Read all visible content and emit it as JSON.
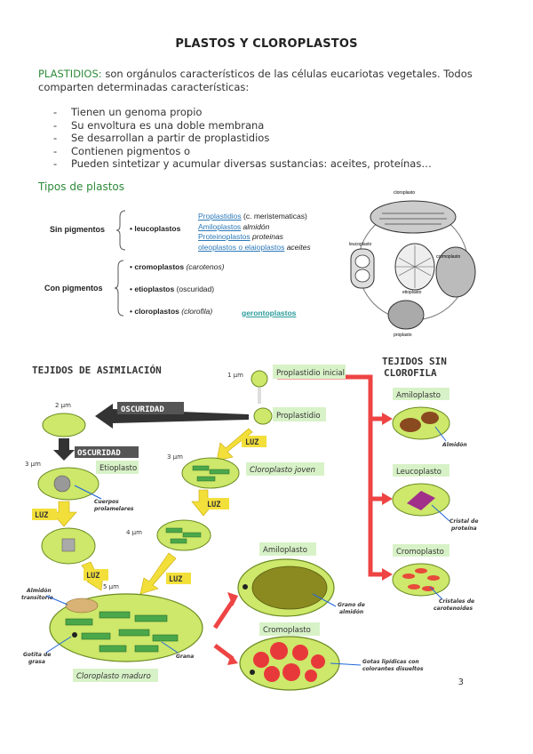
{
  "title": "PLASTOS Y CLOROPLASTOS",
  "intro": {
    "keyword": "PLASTIDIOS:",
    "text": " son orgánulos característicos de las células eucariotas vegetales. Todos comparten determinadas características:"
  },
  "features": [
    "Tienen un genoma propio",
    "Su envoltura es una doble membrana",
    "Se desarrollan a partir de proplastidios",
    "Contienen pigmentos o",
    "Pueden sintetizar y acumular diversas sustancias: aceites, proteínas…"
  ],
  "types_heading": "Tipos de plastos",
  "classification": {
    "sin_label": "Sin pigmentos",
    "leuco": "• leucoplastos",
    "proplastidios": "Proplastidios",
    "proplastidios_note": " (c. meristematicas)",
    "amiloplastos": "Amiloplastos",
    "amiloplastos_note": " almidón",
    "proteinoplastos": "Proteinoplastos",
    "proteinoplastos_note": " proteinas",
    "oleoplastos": "oleoplastos o elaioplastos",
    "oleoplastos_note": " aceites",
    "con_label": "Con pigmentos",
    "cromo": "• cromoplastos",
    "cromo_note": " (carotenos)",
    "etio": "• etioplastos",
    "etio_note": " (oscuridad)",
    "cloro": "• cloroplastos",
    "cloro_note": " (clorofila)",
    "geronto": "gerontoplastos"
  },
  "sketch_labels": {
    "cloroplasto": "cloroplasto",
    "leucoplasto": "leucoplasto",
    "cromoplasto": "cromoplasto",
    "etioplasto": "etioplasto",
    "proplasto": "proplasto"
  },
  "diagram": {
    "heading_left": "TEJIDOS DE ASIMILACIÓN",
    "heading_right_1": "TEJIDOS SIN",
    "heading_right_2": "CLOROFILA",
    "s1um": "1 μm",
    "proplastidio_inicial": "Proplastidio inicial",
    "s2um": "2 μm",
    "oscuridad1": "OSCURIDAD",
    "proplastidio": "Proplastidio",
    "oscuridad2": "OSCURIDAD",
    "s3um_a": "3 μm",
    "etioplasto": "Etioplasto",
    "s3um_b": "3 μm",
    "luz1": "LUZ",
    "cloroplasto_joven": "Cloroplasto joven",
    "cuerpos": "Cuerpos",
    "prolamelares": "prolamelares",
    "luz2": "LUZ",
    "luz3": "LUZ",
    "s4um": "4 μm",
    "luz4": "LUZ",
    "luz5": "LUZ",
    "s5um": "5 μm",
    "almidon_t1": "Almidón",
    "almidon_t2": "transitorio",
    "gotita1": "Gotita de",
    "gotita2": "grasa",
    "grana": "Grana",
    "cloroplasto_maduro": "Cloroplasto maduro",
    "amiloplasto_c": "Amiloplasto",
    "grano1": "Grano de",
    "grano2": "almidón",
    "cromoplasto_c": "Cromoplasto",
    "gotas1": "Gotas lipídicas con",
    "gotas2": "colorantes disueltos",
    "amiloplasto_r": "Amiloplasto",
    "almidon_r": "Almidón",
    "leucoplasto_r": "Leucoplasto",
    "cristal1": "Cristal de",
    "cristal2": "proteína",
    "cromoplasto_r": "Cromoplasto",
    "cristales1": "Cristales de",
    "cristales2": "carotenoides"
  },
  "page_number": "3"
}
